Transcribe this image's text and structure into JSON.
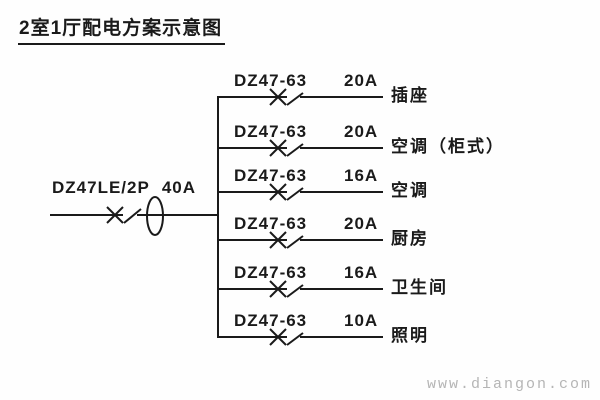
{
  "title": "2室1厅配电方案示意图",
  "main_breaker": {
    "model": "DZ47LE/2P",
    "rating": "40A"
  },
  "branches": [
    {
      "model": "DZ47-63",
      "rating": "20A",
      "load": "插座"
    },
    {
      "model": "DZ47-63",
      "rating": "20A",
      "load": "空调（柜式）"
    },
    {
      "model": "DZ47-63",
      "rating": "16A",
      "load": "空调"
    },
    {
      "model": "DZ47-63",
      "rating": "20A",
      "load": "厨房"
    },
    {
      "model": "DZ47-63",
      "rating": "16A",
      "load": "卫生间"
    },
    {
      "model": "DZ47-63",
      "rating": "10A",
      "load": "照明"
    }
  ],
  "watermark": {
    "text": "www.diangon.com"
  },
  "colors": {
    "line": "#1a1a1a",
    "background": "#ffffff",
    "watermark": "#b5b5b5"
  }
}
